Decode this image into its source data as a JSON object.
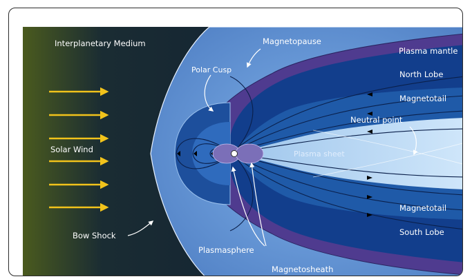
{
  "labels": {
    "interplanetary_medium": "Interplanetary Medium",
    "magnetopause": "Magnetopause",
    "plasma_mantle": "Plasma mantle",
    "polar_cusp": "Polar Cusp",
    "north_lobe": "North Lobe",
    "magnetotail_top": "Magnetotail",
    "neutral_point": "Neutral point",
    "solar_wind": "Solar Wind",
    "plasma_sheet": "Plasma sheet",
    "magnetotail_bottom": "Magnetotail",
    "south_lobe": "South Lobe",
    "bow_shock": "Bow Shock",
    "plasmasphere": "Plasmasphere",
    "magnetosheath": "Magnetosheath"
  },
  "colors": {
    "solar_wind_arrows": "#f2c31b",
    "interplanetary_dark": "#0c1d36",
    "magnetosheath": "#5e8fd0",
    "plasma_mantle": "#4f3b8f",
    "lobe": "#123e8c",
    "plasma_sheet": "#a8cdee",
    "plasmasphere": "#7b6fb8"
  }
}
